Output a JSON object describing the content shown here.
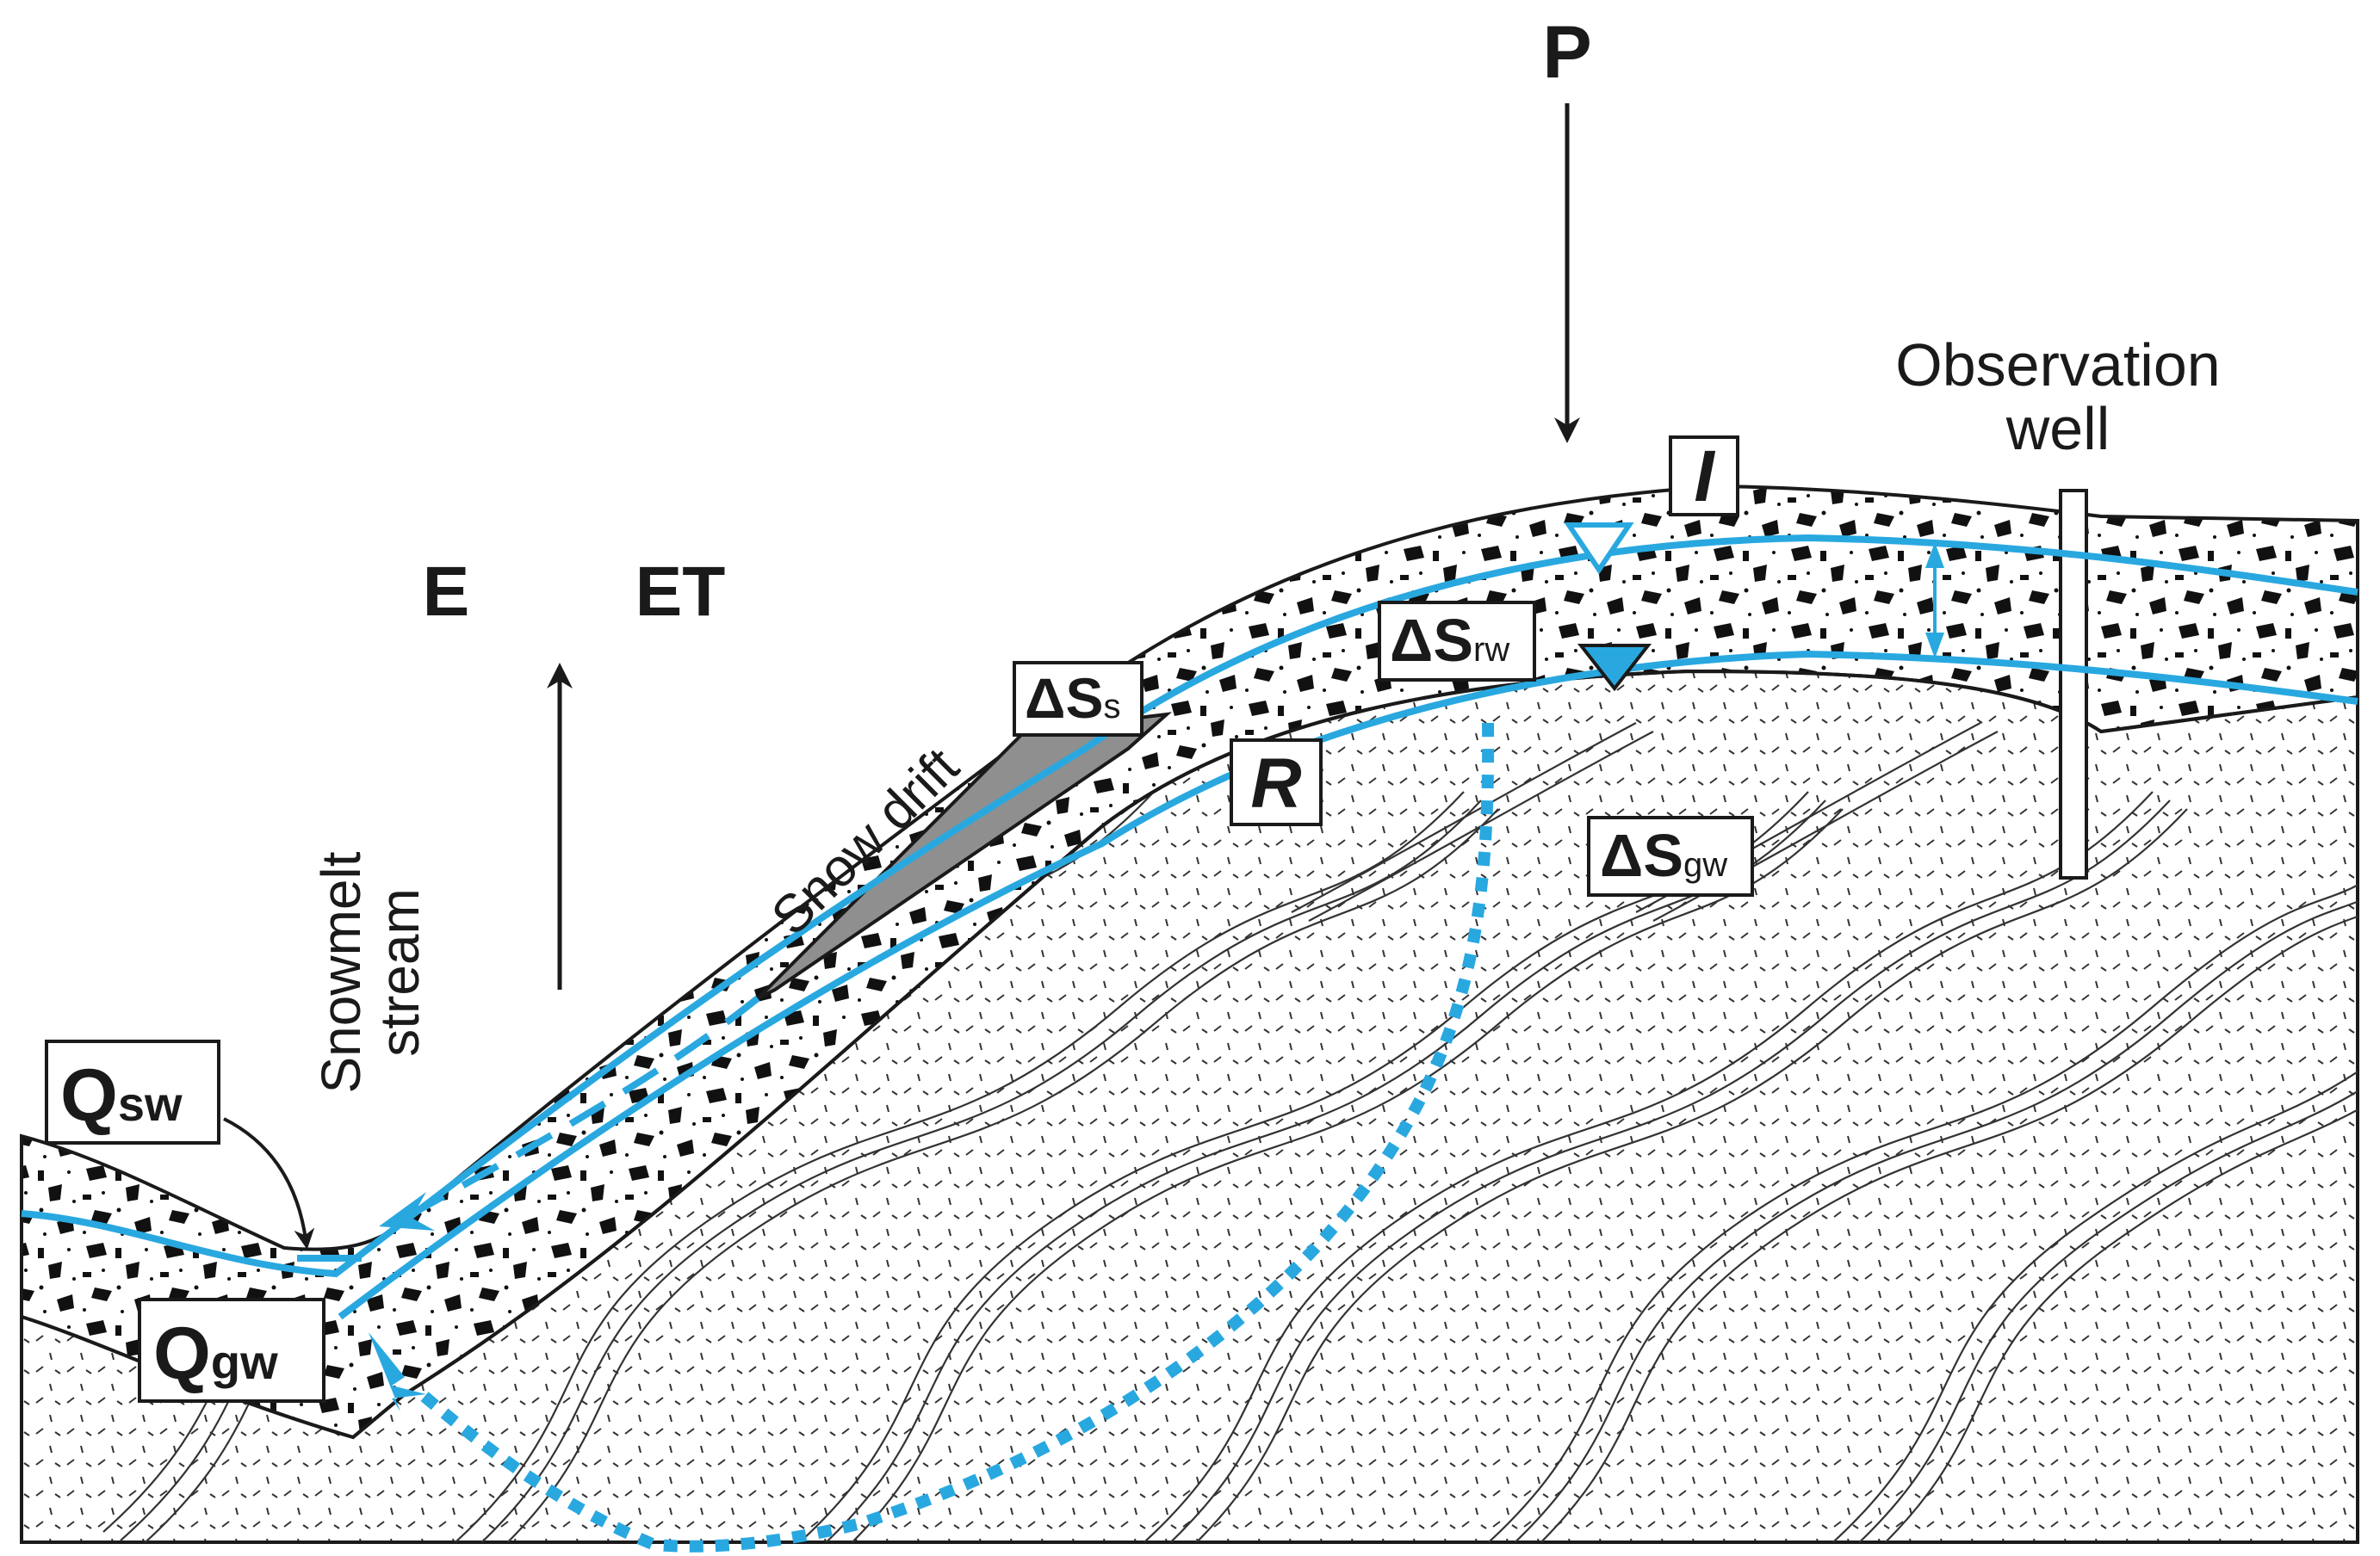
{
  "labels": {
    "P": "P",
    "E": "E",
    "ET": "ET",
    "I": "I",
    "R": "R",
    "observation_well_line1": "Observation",
    "observation_well_line2": "well",
    "snow_drift": "Snow drift",
    "snowmelt_line1": "Snowmelt",
    "snowmelt_line2": "stream",
    "delta_s_snow_main": "ΔS",
    "delta_s_snow_sub": "s",
    "delta_s_rw_main": "ΔS",
    "delta_s_rw_sub": "rw",
    "delta_s_gw_main": "ΔS",
    "delta_s_gw_sub": "gw",
    "q_sw_main": "Q",
    "q_sw_sub": "sw",
    "q_gw_main": "Q",
    "q_gw_sub": "gw"
  },
  "colors": {
    "water": "#29a8e0",
    "ink": "#1a1a1a",
    "snow": "#8f8f8f",
    "background": "#ffffff"
  }
}
